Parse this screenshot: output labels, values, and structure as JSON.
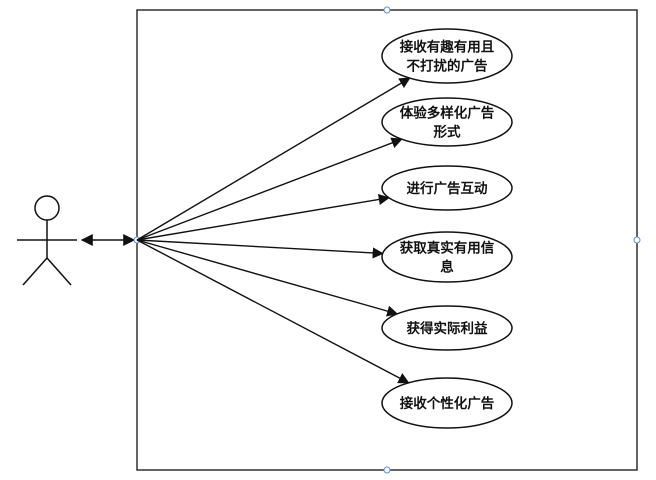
{
  "diagram": {
    "type": "use-case",
    "actor": {
      "label": ""
    },
    "system_boundary": {
      "label": ""
    },
    "use_cases": [
      {
        "lines": [
          "接收有趣有用且",
          "不打扰的广告"
        ]
      },
      {
        "lines": [
          "体验多样化广告",
          "形式"
        ]
      },
      {
        "lines": [
          "进行广告互动"
        ]
      },
      {
        "lines": [
          "获取真实有用信",
          "息"
        ]
      },
      {
        "lines": [
          "获得实际利益"
        ]
      },
      {
        "lines": [
          "接收个性化广告"
        ]
      }
    ],
    "colors": {
      "stroke": "#111111",
      "handle": "#5b8fd9",
      "background": "#ffffff"
    }
  }
}
